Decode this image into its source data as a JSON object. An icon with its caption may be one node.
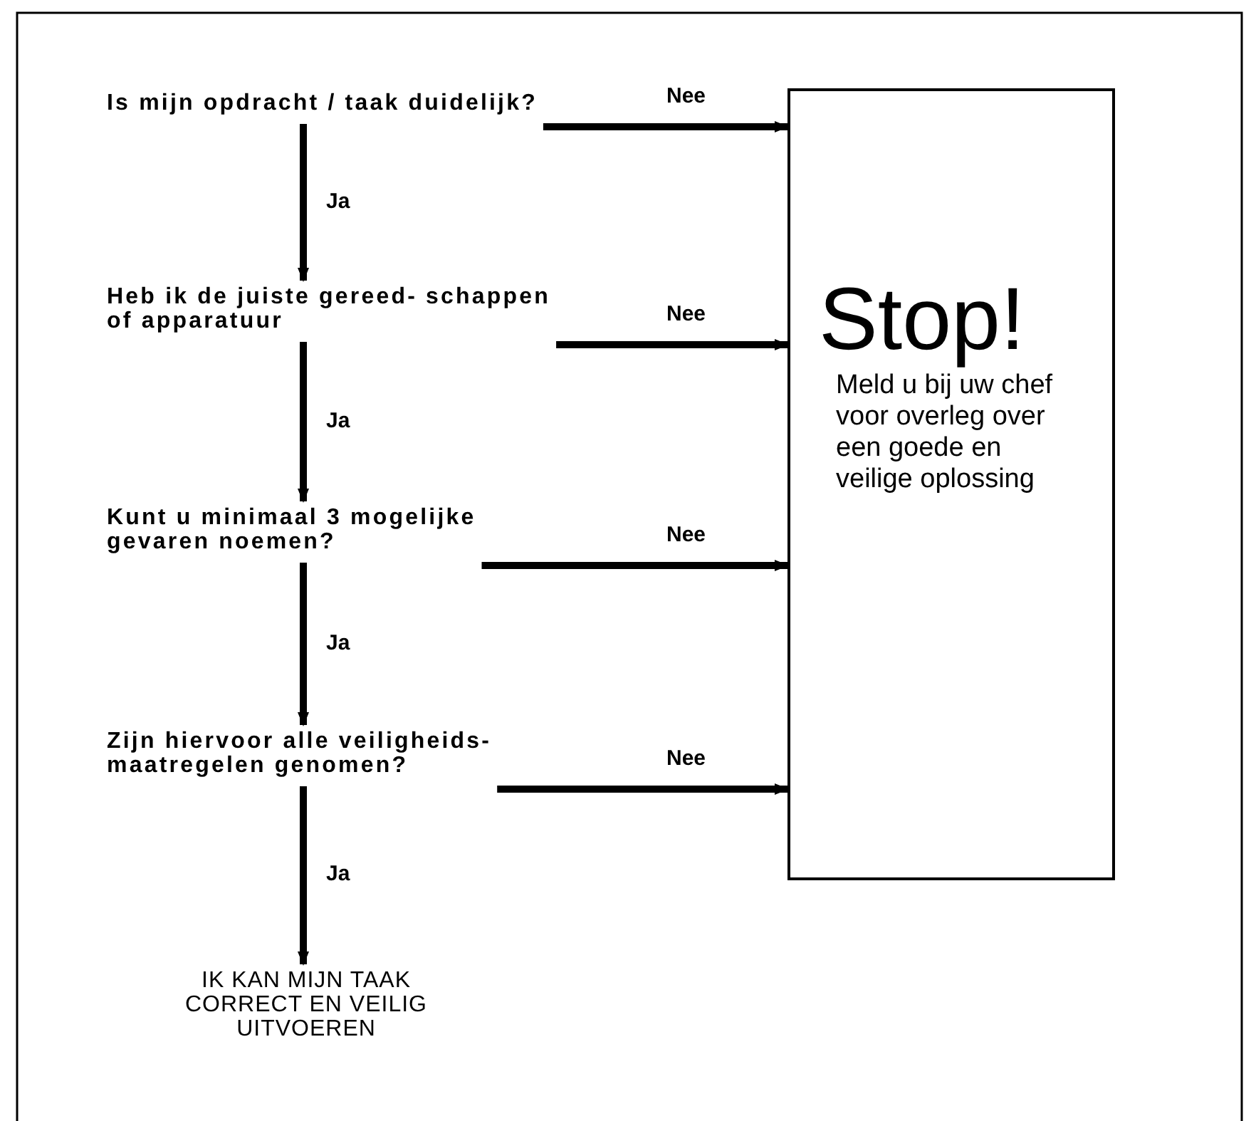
{
  "diagram": {
    "nodes": [
      {
        "text": [
          "Is mijn opdracht / taak duidelijk?"
        ]
      },
      {
        "text": [
          "Heb ik de juiste gereed- schappen of apparatuur"
        ]
      },
      {
        "text": [
          "Kunt u minimaal 3 mogelijke gevaren noemen?"
        ]
      },
      {
        "text": [
          "Zijn hiervoor alle veiligheids- maatregelen genomen?"
        ]
      },
      {
        "text": [
          "IK KAN MIJN TAAK CORRECT EN VEILIG UITVOEREN"
        ]
      },
      {
        "text": [
          "Stop!",
          "Meld u bij uw chef voor overleg over een goede en veilige oplossing"
        ]
      }
    ],
    "edges": [
      {
        "from": 0,
        "to": 1,
        "arrow": "to",
        "label": "Ja"
      },
      {
        "from": 0,
        "to": 5,
        "arrow": "to",
        "label": "Nee"
      },
      {
        "from": 1,
        "to": 2,
        "arrow": "to",
        "label": "Ja"
      },
      {
        "from": 1,
        "to": 5,
        "arrow": "to",
        "label": "Nee"
      },
      {
        "from": 2,
        "to": 3,
        "arrow": "to",
        "label": "Ja"
      },
      {
        "from": 2,
        "to": 5,
        "arrow": "to",
        "label": "Nee"
      },
      {
        "from": 3,
        "to": 4,
        "arrow": "to",
        "label": "Ja"
      },
      {
        "from": 3,
        "to": 5,
        "arrow": "to",
        "label": "Nee"
      }
    ]
  }
}
